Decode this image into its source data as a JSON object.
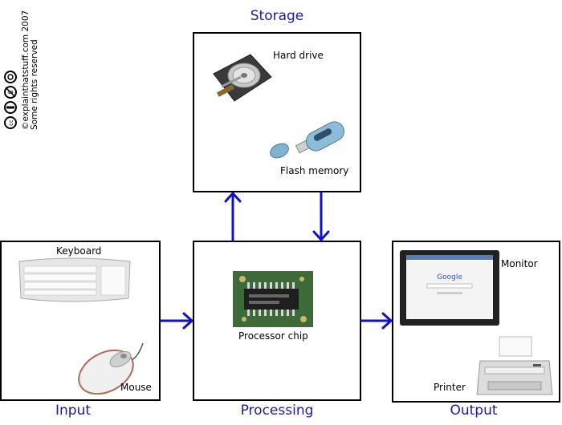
{
  "credit": {
    "line1": "©explainthatstuff.com 2007",
    "line2": "Some rights reserved"
  },
  "storage": {
    "title": "Storage",
    "hard_drive": "Hard drive",
    "flash_memory": "Flash memory"
  },
  "processing": {
    "title": "Processing",
    "processor_chip": "Processor chip"
  },
  "input": {
    "title": "Input",
    "keyboard": "Keyboard",
    "mouse": "Mouse"
  },
  "output": {
    "title": "Output",
    "monitor": "Monitor",
    "printer": "Printer"
  },
  "colors": {
    "arrow": "#1111cc",
    "title": "#1a1aa8",
    "border": "#000000"
  },
  "icons": [
    "cc-icon",
    "by-icon",
    "nc-icon",
    "sa-icon",
    "hard-drive-icon",
    "flash-drive-icon",
    "keyboard-icon",
    "mouse-icon",
    "chip-icon",
    "monitor-icon",
    "printer-icon"
  ]
}
